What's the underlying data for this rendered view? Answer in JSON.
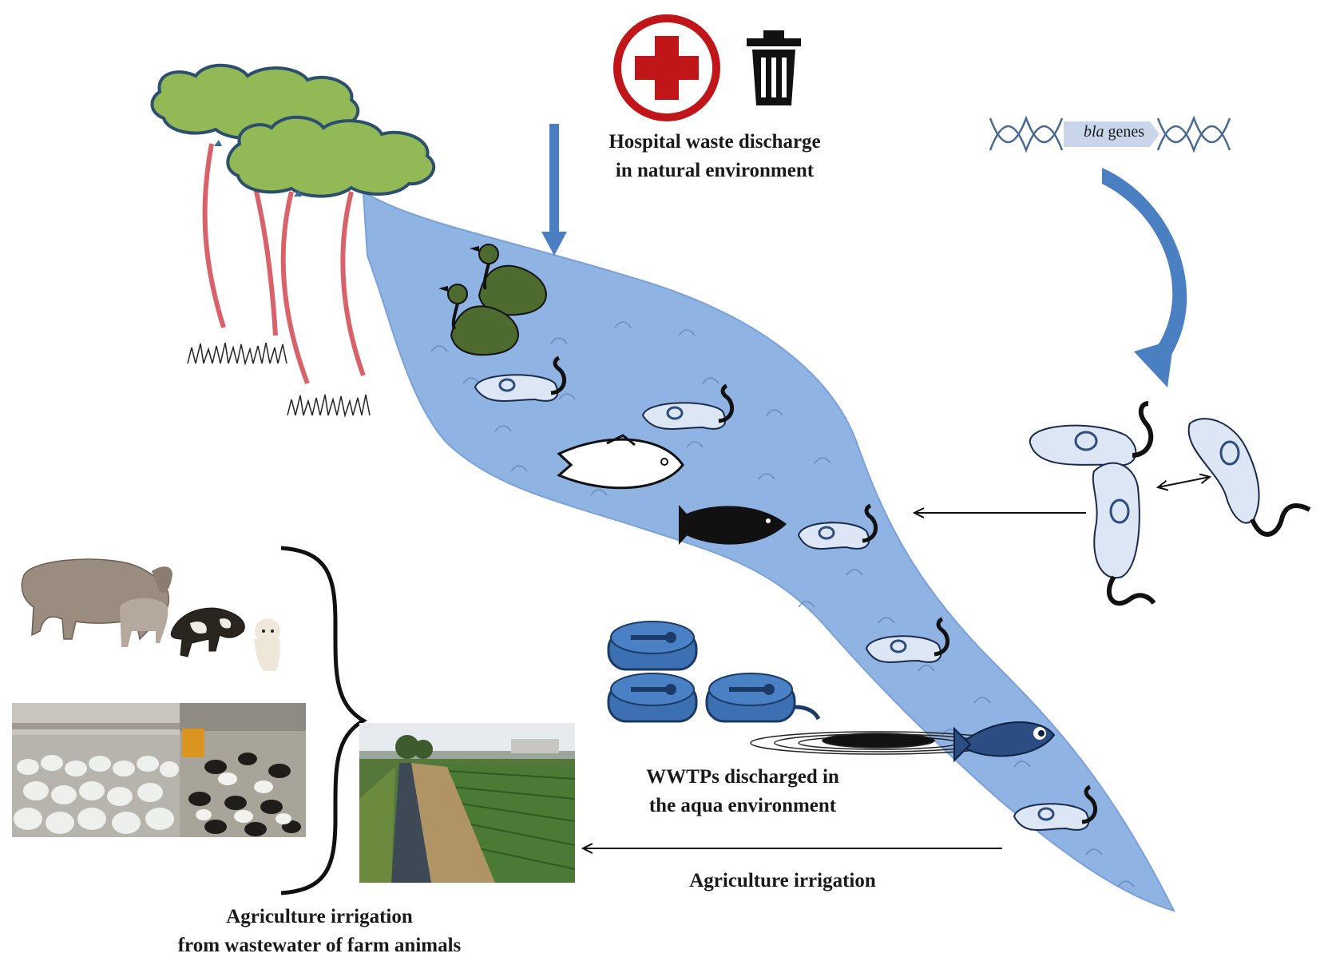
{
  "labels": {
    "hospital_line1": "Hospital waste discharge",
    "hospital_line2": "in natural environment",
    "bla_italic": "bla",
    "bla_rest": " genes",
    "wwtp_line1": "WWTPs discharged in",
    "wwtp_line2": "the aqua environment",
    "agri_irrigation": "Agriculture irrigation",
    "farm_line1": "Agriculture irrigation",
    "farm_line2": "from wastewater of farm animals"
  },
  "colors": {
    "river": "#8fb3e3",
    "river_edge": "#7aa2d8",
    "tree_canopy": "#92b955",
    "trunk": "#d9626a",
    "hospital_red": "#c0161a",
    "bacteria_fill": "#dde6f4",
    "arrow_blue": "#4a7fc1",
    "dna": "#4a6a8f",
    "tank_blue": "#3d6fb3"
  },
  "icons": [
    "hospital-cross-icon",
    "trash-can-icon",
    "dna-icon",
    "fish-icon",
    "duck-icon",
    "bacteria-icon"
  ]
}
